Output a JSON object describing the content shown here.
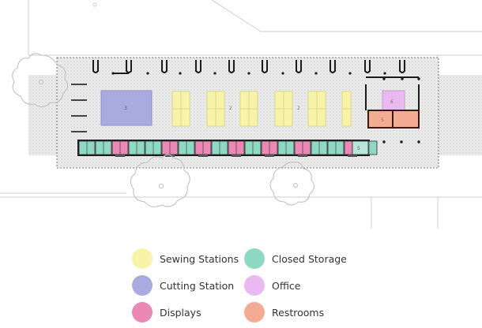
{
  "colors": {
    "sewing": "#f7f3a8",
    "cutting": "#a9abe0",
    "displays": "#ea89b6",
    "storage": "#8fd9c2",
    "office": "#eab9f0",
    "restrooms": "#f4ab94",
    "floor": "#e6e6e6",
    "wall": "#1b1b1b",
    "site_line": "#c8c8c8"
  },
  "floor_labels": {
    "cutting_num": "3",
    "sewing_num_a": "2",
    "sewing_num_b": "2",
    "office_num": "6",
    "restroom_num": "5",
    "storage_num": "5"
  },
  "legend": [
    {
      "key": "sewing",
      "label": "Sewing Stations",
      "color": "#f7f3a8"
    },
    {
      "key": "cutting",
      "label": "Cutting Station",
      "color": "#a9abe0"
    },
    {
      "key": "displays",
      "label": "Displays",
      "color": "#ea89b6"
    },
    {
      "key": "storage",
      "label": "Closed Storage",
      "color": "#8fd9c2"
    },
    {
      "key": "office",
      "label": "Office",
      "color": "#eab9f0"
    },
    {
      "key": "restrooms",
      "label": "Restrooms",
      "color": "#f4ab94"
    }
  ]
}
